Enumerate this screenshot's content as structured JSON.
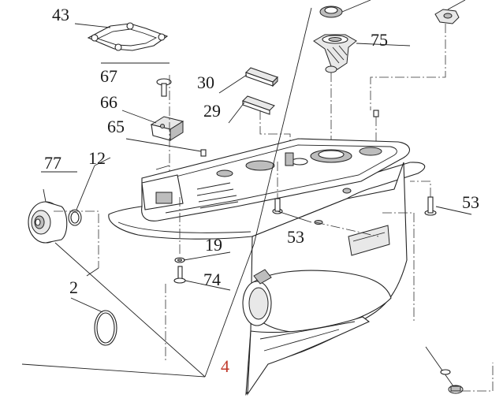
{
  "labels": {
    "p43": "43",
    "p75": "75",
    "p67": "67",
    "p30": "30",
    "p66": "66",
    "p29": "29",
    "p65": "65",
    "p77": "77",
    "p12": "12",
    "p53a": "53",
    "p53b": "53",
    "p19": "19",
    "p2": "2",
    "p74": "74",
    "p4": "4"
  },
  "colors": {
    "line": "#222222",
    "label_highlight": "#c0392b"
  }
}
